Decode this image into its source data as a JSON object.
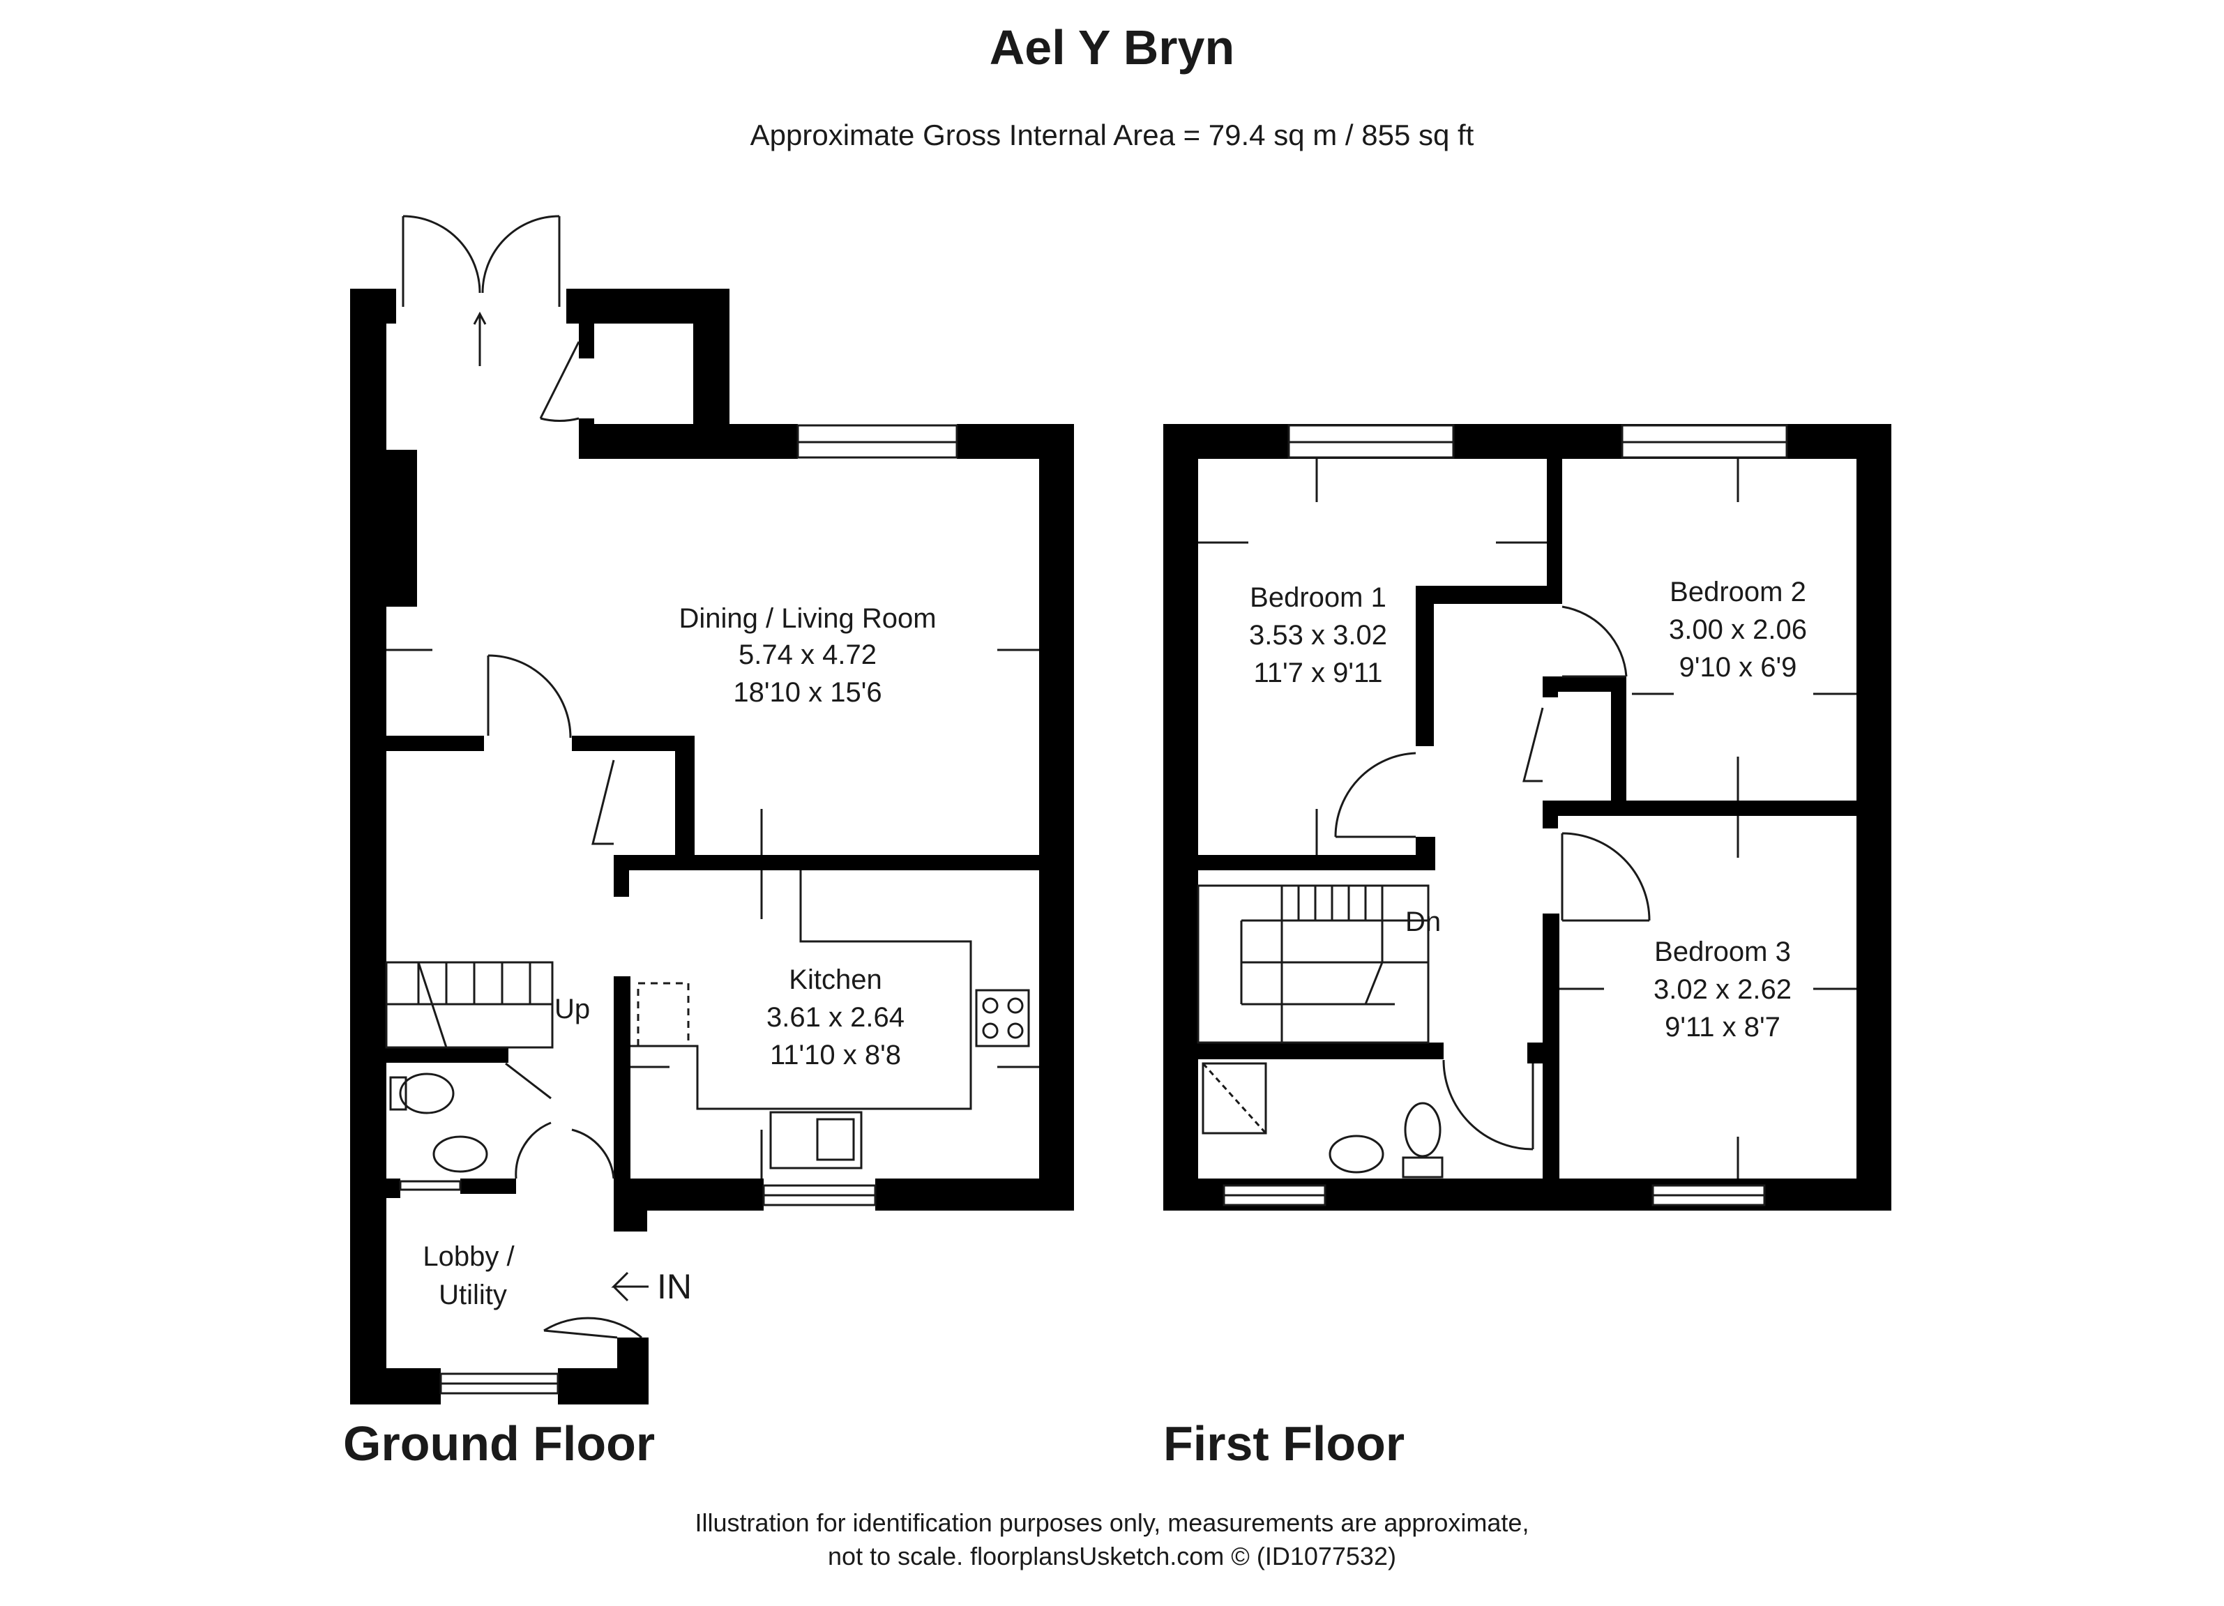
{
  "title": "Ael Y Bryn",
  "subtitle": "Approximate Gross Internal Area = 79.4 sq m / 855 sq ft",
  "floors": [
    {
      "label": "Ground Floor"
    },
    {
      "label": "First Floor"
    }
  ],
  "rooms": {
    "dining": {
      "name": "Dining / Living Room",
      "metric": "5.74 x 4.72",
      "imperial": "18'10 x 15'6"
    },
    "kitchen": {
      "name": "Kitchen",
      "metric": "3.61 x 2.64",
      "imperial": "11'10 x 8'8"
    },
    "lobby": {
      "line1": "Lobby /",
      "line2": "Utility"
    },
    "bed1": {
      "name": "Bedroom 1",
      "metric": "3.53 x 3.02",
      "imperial": "11'7 x 9'11"
    },
    "bed2": {
      "name": "Bedroom 2",
      "metric": "3.00 x 2.06",
      "imperial": "9'10 x 6'9"
    },
    "bed3": {
      "name": "Bedroom 3",
      "metric": "3.02 x 2.62",
      "imperial": "9'11 x 8'7"
    }
  },
  "stairs": {
    "up": "Up",
    "down": "Dn"
  },
  "entrance": "IN",
  "footer": {
    "line1": "Illustration for identification purposes only, measurements are approximate,",
    "line2": "not to scale. floorplansUsketch.com © (ID1077532)"
  }
}
